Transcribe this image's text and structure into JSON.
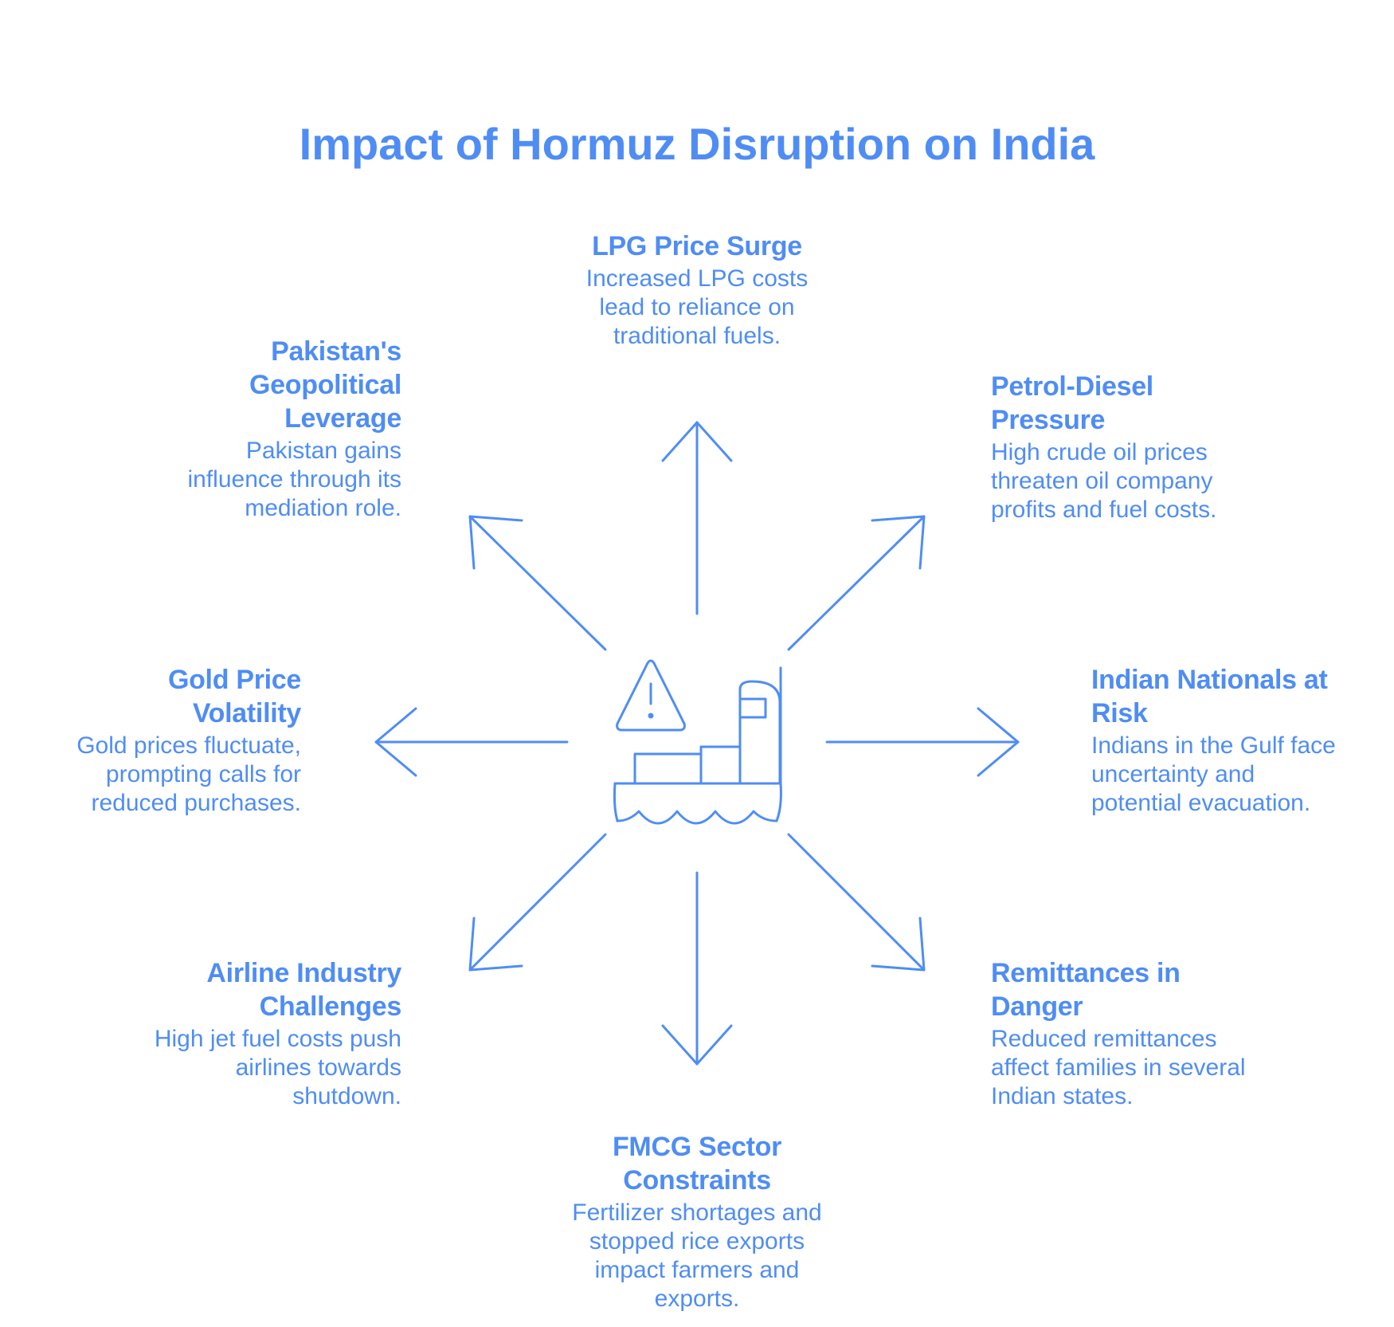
{
  "title": "Impact of Hormuz Disruption on India",
  "accent_color": "#4f8df5",
  "center_icons": [
    "warning-triangle-icon",
    "cargo-ship-icon"
  ],
  "impacts": {
    "lpg": {
      "title": "LPG Price Surge",
      "description": "Increased LPG costs lead to reliance on traditional fuels."
    },
    "petrol": {
      "title": "Petrol-Diesel Pressure",
      "description": "High crude oil prices threaten oil company profits and fuel costs."
    },
    "nationals": {
      "title": "Indian Nationals at Risk",
      "description": "Indians in the Gulf face uncertainty and potential evacuation."
    },
    "remittances": {
      "title": "Remittances in Danger",
      "description": "Reduced remittances affect families in several Indian states."
    },
    "fmcg": {
      "title": "FMCG Sector Constraints",
      "description": "Fertilizer shortages and stopped rice exports impact farmers and exports."
    },
    "airline": {
      "title": "Airline Industry Challenges",
      "description": "High jet fuel costs push airlines towards shutdown."
    },
    "gold": {
      "title": "Gold Price Volatility",
      "description": "Gold prices fluctuate, prompting calls for reduced purchases."
    },
    "pakistan": {
      "title": "Pakistan's Geopolitical Leverage",
      "description": "Pakistan gains influence through its mediation role."
    }
  }
}
